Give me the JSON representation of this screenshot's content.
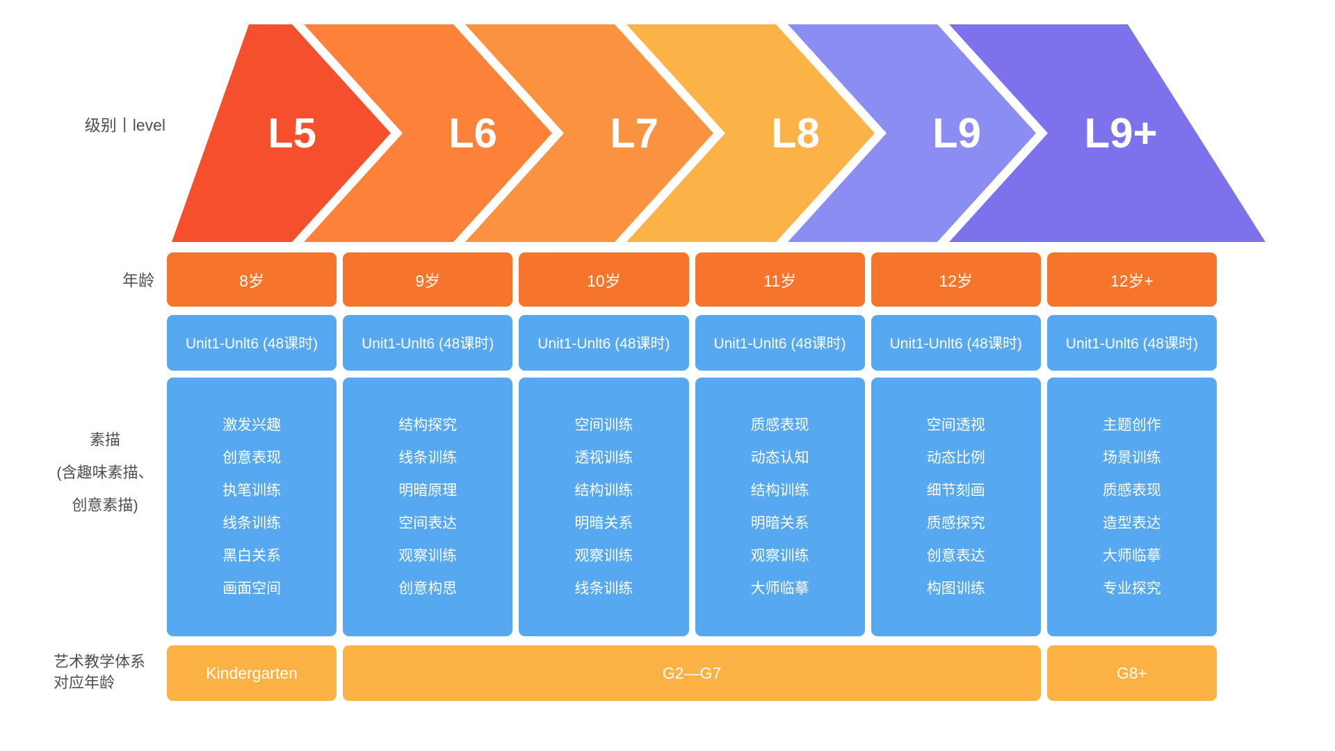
{
  "page": {
    "background_color": "#ffffff",
    "side_label_color": "#4F4F4F"
  },
  "levels": {
    "row_label": "级别丨level",
    "items": [
      {
        "label": "L5",
        "color": "#F5502D"
      },
      {
        "label": "L6",
        "color": "#FB8238"
      },
      {
        "label": "L7",
        "color": "#FA9340"
      },
      {
        "label": "L8",
        "color": "#FBB347"
      },
      {
        "label": "L9",
        "color": "#8B8DF2"
      },
      {
        "label": "L9+",
        "color": "#7C73EC"
      }
    ]
  },
  "age_row": {
    "label": "年龄",
    "color": "#F6752A",
    "values": [
      "8岁",
      "9岁",
      "10岁",
      "11岁",
      "12岁",
      "12岁+"
    ]
  },
  "unit_row": {
    "color": "#56A8F1",
    "values": [
      "Unit1-Unlt6 (48课时)",
      "Unit1-Unlt6 (48课时)",
      "Unit1-Unlt6 (48课时)",
      "Unit1-Unlt6 (48课时)",
      "Unit1-Unlt6 (48课时)",
      "Unit1-Unlt6 (48课时)"
    ]
  },
  "sketch_row": {
    "label_lines": [
      "素描",
      "(含趣味素描、",
      "创意素描)"
    ],
    "color": "#56A8F1",
    "columns": [
      [
        "激发兴趣",
        "创意表现",
        "执笔训练",
        "线条训练",
        "黑白关系",
        "画面空间"
      ],
      [
        "结构探究",
        "线条训练",
        "明暗原理",
        "空间表达",
        "观察训练",
        "创意构思"
      ],
      [
        "空间训练",
        "透视训练",
        "结构训练",
        "明暗关系",
        "观察训练",
        "线条训练"
      ],
      [
        "质感表现",
        "动态认知",
        "结构训练",
        "明暗关系",
        "观察训练",
        "大师临摹"
      ],
      [
        "空间透视",
        "动态比例",
        "细节刻画",
        "质感探究",
        "创意表达",
        "构图训练"
      ],
      [
        "主题创作",
        "场景训练",
        "质感表现",
        "造型表达",
        "大师临摹",
        "专业探究"
      ]
    ]
  },
  "school_row": {
    "label_lines": [
      "艺术教学体系",
      "对应年龄"
    ],
    "color": "#FBB243",
    "cells": [
      {
        "text": "Kindergarten",
        "span": 1
      },
      {
        "text": "G2—G7",
        "span": 4
      },
      {
        "text": "G8+",
        "span": 1
      }
    ]
  }
}
